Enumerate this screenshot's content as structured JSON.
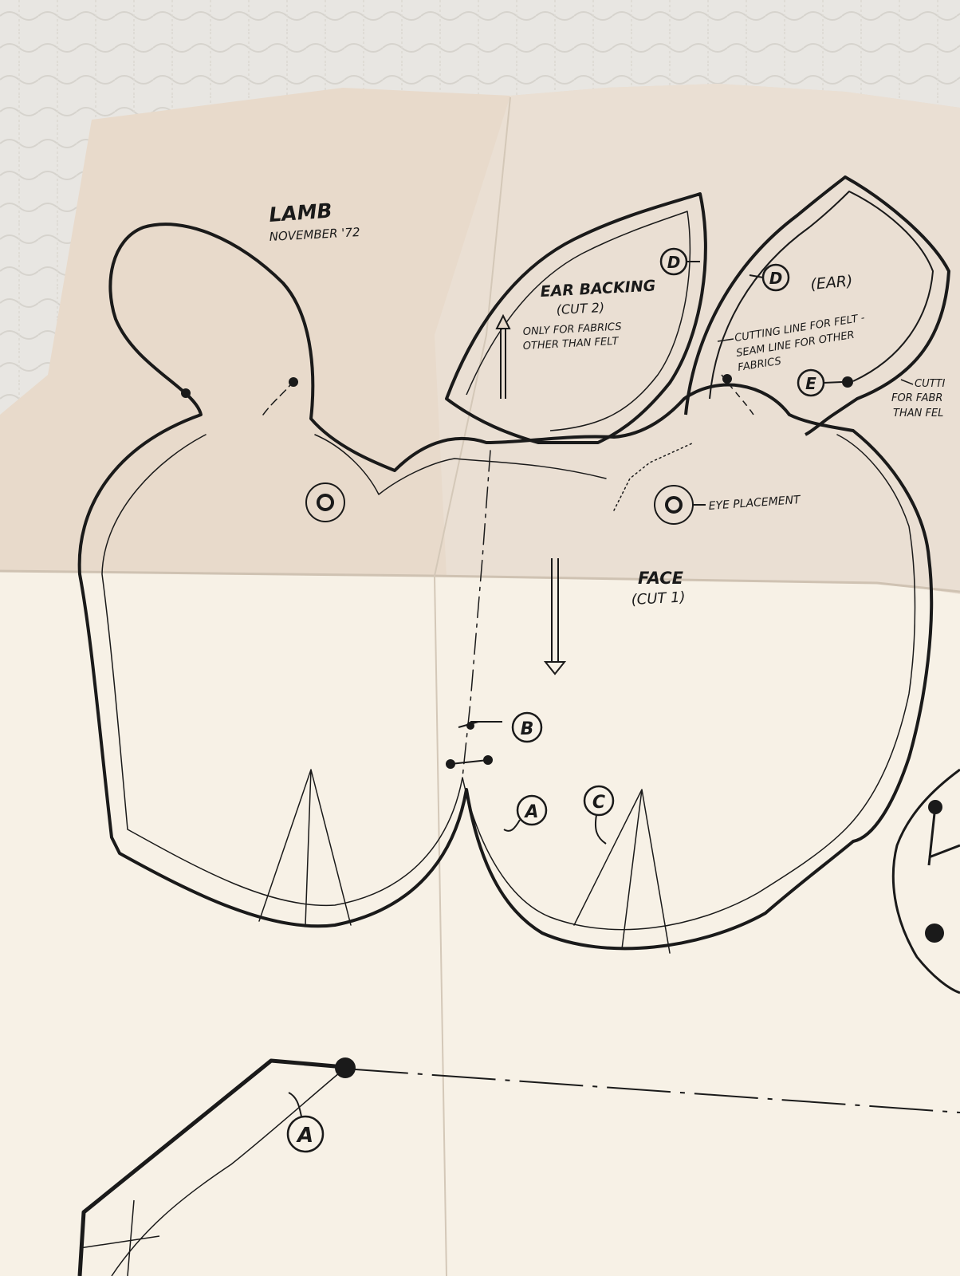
{
  "pattern": {
    "title": "LAMB",
    "date": "NOVEMBER '72"
  },
  "ear_backing": {
    "title": "EAR BACKING",
    "cut": "(CUT 2)",
    "note_line1": "ONLY FOR FABRICS",
    "note_line2": "OTHER THAN FELT"
  },
  "ear": {
    "title": "(EAR)",
    "cutting_line1": "CUTTING LINE FOR FELT -",
    "cutting_line2": "SEAM LINE FOR OTHER",
    "cutting_line3": "FABRICS"
  },
  "edge_text": {
    "line1": "CUTTI",
    "line2": "FOR FABR",
    "line3": "THAN FEL"
  },
  "face": {
    "title": "FACE",
    "cut": "(CUT 1)",
    "eye_placement": "EYE PLACEMENT"
  },
  "markers": {
    "a": "A",
    "b": "B",
    "c": "C",
    "d": "D",
    "e": "E"
  },
  "colors": {
    "background": "#e6e4e0",
    "paper_shadow": "#e5d7c8",
    "paper_light": "#f6efe4",
    "ink": "#1a1a1a"
  }
}
